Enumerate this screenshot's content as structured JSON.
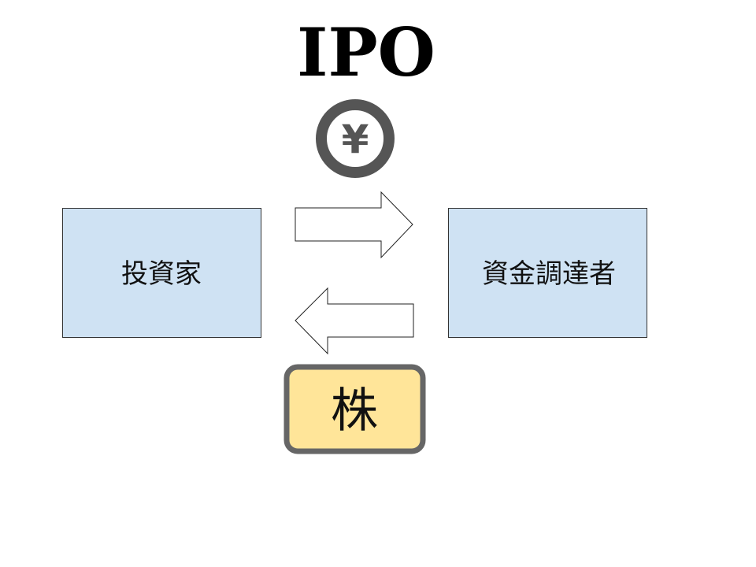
{
  "title": "IPO",
  "investor": {
    "label": "投資家"
  },
  "issuer": {
    "label": "資金調達者"
  },
  "money_icon": {
    "symbol": "¥",
    "icon": "yen-coin-icon"
  },
  "share_icon": {
    "label": "株"
  },
  "flows": [
    {
      "name": "money-flow",
      "direction": "investor-to-issuer"
    },
    {
      "name": "share-flow",
      "direction": "issuer-to-investor"
    }
  ],
  "colors": {
    "box_fill": "#cfe2f3",
    "box_stroke": "#333333",
    "share_fill": "#ffe599",
    "share_stroke": "#666666",
    "coin": "#555555",
    "arrow_stroke": "#222222",
    "arrow_fill": "#ffffff",
    "title": "#000000"
  }
}
